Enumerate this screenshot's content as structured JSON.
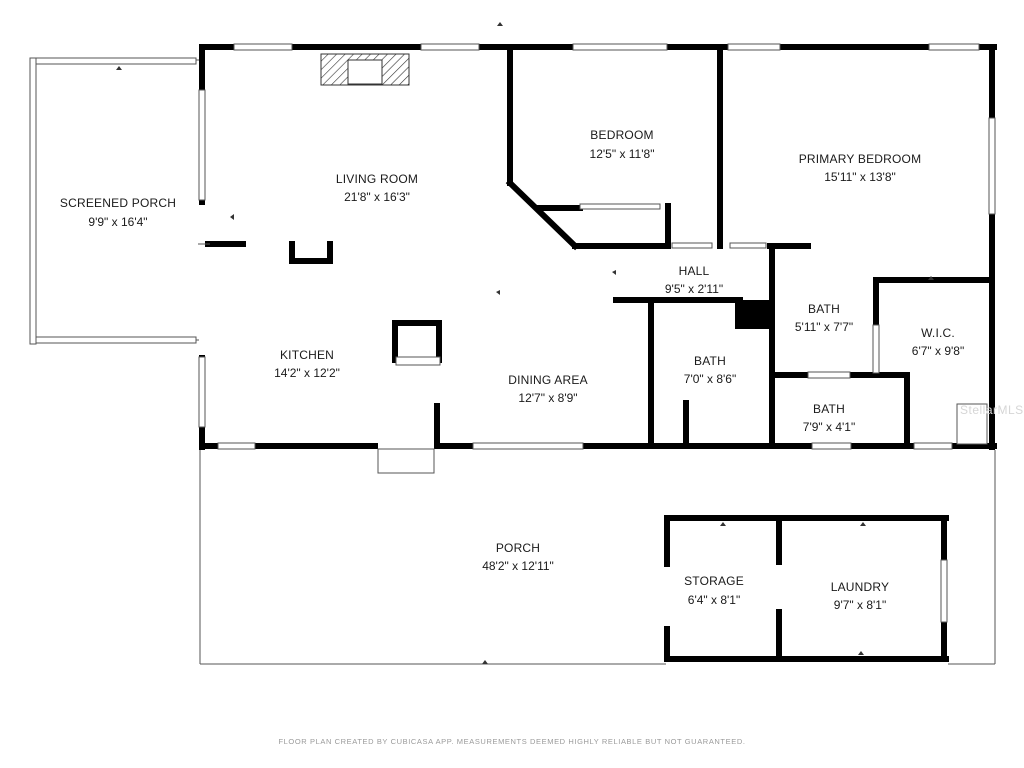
{
  "rooms": {
    "screened_porch": {
      "name": "SCREENED PORCH",
      "dims": "9'9\" x 16'4\""
    },
    "living_room": {
      "name": "LIVING ROOM",
      "dims": "21'8\" x 16'3\""
    },
    "bedroom": {
      "name": "BEDROOM",
      "dims": "12'5\" x 11'8\""
    },
    "primary_bedroom": {
      "name": "PRIMARY BEDROOM",
      "dims": "15'11\" x 13'8\""
    },
    "hall": {
      "name": "HALL",
      "dims": "9'5\" x 2'11\""
    },
    "bath_1": {
      "name": "BATH",
      "dims": "5'11\" x 7'7\""
    },
    "wic": {
      "name": "W.I.C.",
      "dims": "6'7\" x 9'8\""
    },
    "kitchen": {
      "name": "KITCHEN",
      "dims": "14'2\" x 12'2\""
    },
    "dining_area": {
      "name": "DINING AREA",
      "dims": "12'7\" x 8'9\""
    },
    "bath_2": {
      "name": "BATH",
      "dims": "7'0\" x 8'6\""
    },
    "bath_3": {
      "name": "BATH",
      "dims": "7'9\" x 4'1\""
    },
    "porch": {
      "name": "PORCH",
      "dims": "48'2\" x 12'11\""
    },
    "storage": {
      "name": "STORAGE",
      "dims": "6'4\" x 8'1\""
    },
    "laundry": {
      "name": "LAUNDRY",
      "dims": "9'7\" x 8'1\""
    }
  },
  "footer": "FLOOR PLAN CREATED BY CUBICASA APP. MEASUREMENTS DEEMED HIGHLY RELIABLE BUT NOT GUARANTEED.",
  "watermark": "StellarMLS",
  "colors": {
    "wall": "#000000",
    "thin_line": "#555555",
    "window": "#ffffff",
    "background": "#ffffff"
  }
}
